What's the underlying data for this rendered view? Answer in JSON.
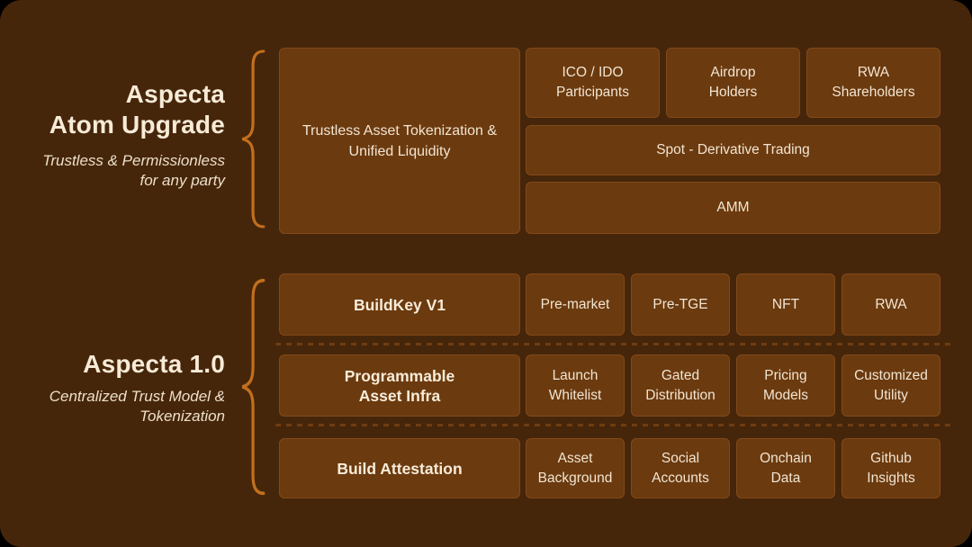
{
  "canvas": {
    "background": "#000000",
    "panel_color": "#46260a",
    "box_fill": "#6b3a0f",
    "box_border": "#82491a",
    "text_color": "#f2e5d2",
    "title_color": "#f7ebd8",
    "accent_brace_color": "#c26f1d",
    "divider_color": "#6f3d12"
  },
  "sections": [
    {
      "id": "atom-upgrade",
      "title_lines": [
        "Aspecta",
        "Atom Upgrade"
      ],
      "subtitle_lines": [
        "Trustless & Permissionless",
        "for any party"
      ],
      "main_box": "Trustless Asset Tokenization &\nUnified Liquidity",
      "top_cells": [
        "ICO / IDO\nParticipants",
        "Airdrop\nHolders",
        "RWA\nShareholders"
      ],
      "wide_cells": [
        "Spot - Derivative Trading",
        "AMM"
      ]
    },
    {
      "id": "aspecta-1-0",
      "title_lines": [
        "Aspecta 1.0"
      ],
      "subtitle_lines": [
        "Centralized Trust Model &",
        "Tokenization"
      ],
      "rows": [
        {
          "header": "BuildKey V1",
          "cells": [
            "Pre-market",
            "Pre-TGE",
            "NFT",
            "RWA"
          ]
        },
        {
          "header": "Programmable\nAsset Infra",
          "cells": [
            "Launch\nWhitelist",
            "Gated\nDistribution",
            "Pricing\nModels",
            "Customized\nUtility"
          ]
        },
        {
          "header": "Build Attestation",
          "cells": [
            "Asset\nBackground",
            "Social\nAccounts",
            "Onchain\nData",
            "Github\nInsights"
          ]
        }
      ]
    }
  ]
}
